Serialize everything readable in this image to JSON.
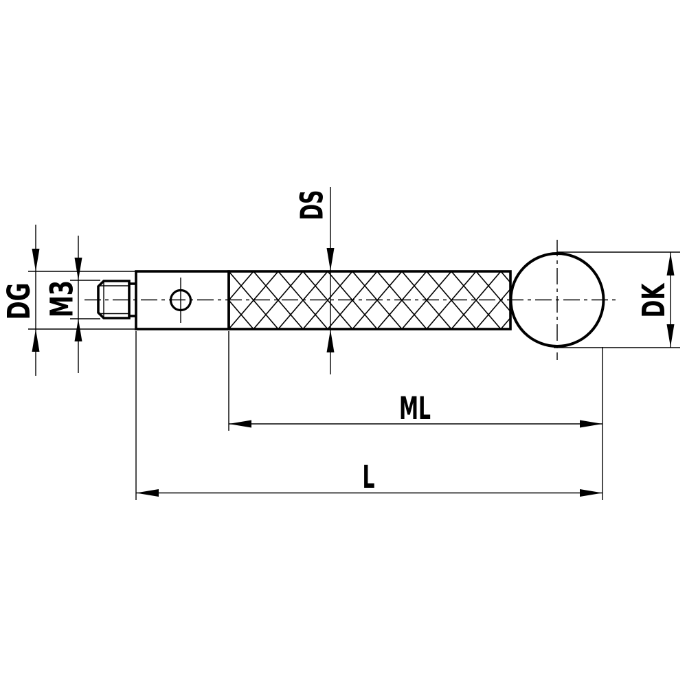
{
  "colors": {
    "background": "#ffffff",
    "line": "#000000"
  },
  "labels": {
    "dg": "DG",
    "m3": "M3",
    "ds": "DS",
    "dk": "DK",
    "ml": "ML",
    "l": "L"
  }
}
